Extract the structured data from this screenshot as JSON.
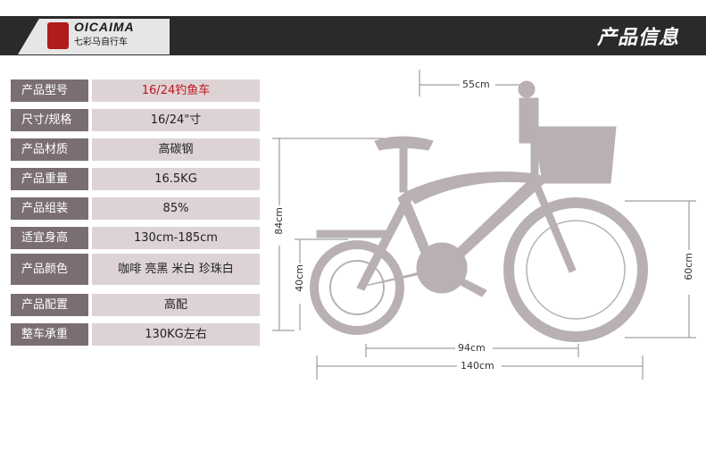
{
  "header": {
    "brand": "OICAIMA",
    "brand_sub": "七彩马自行车",
    "title": "产品信息"
  },
  "specs": [
    {
      "label": "产品型号",
      "value": "16/24钓鱼车"
    },
    {
      "label": "尺寸/规格",
      "value": "16/24\"寸"
    },
    {
      "label": "产品材质",
      "value": "高碳钢"
    },
    {
      "label": "产品重量",
      "value": "16.5KG"
    },
    {
      "label": "产品组装",
      "value": "85%"
    },
    {
      "label": "适宜身高",
      "value": "130cm-185cm"
    },
    {
      "label": "产品颜色",
      "value": "咖啡  亮黑  米白  珍珠白"
    },
    {
      "label": "产品配置",
      "value": "高配"
    },
    {
      "label": "整车承重",
      "value": "130KG左右"
    }
  ],
  "dimensions": {
    "top": "55cm",
    "height": "84cm",
    "rear_wheel": "40cm",
    "front_wheel": "60cm",
    "wheelbase": "94cm",
    "length": "140cm"
  },
  "colors": {
    "label_bg": "#7a6e72",
    "value_bg": "#ddd3d5",
    "accent": "#c0141c",
    "banner": "#2a2a2a"
  }
}
